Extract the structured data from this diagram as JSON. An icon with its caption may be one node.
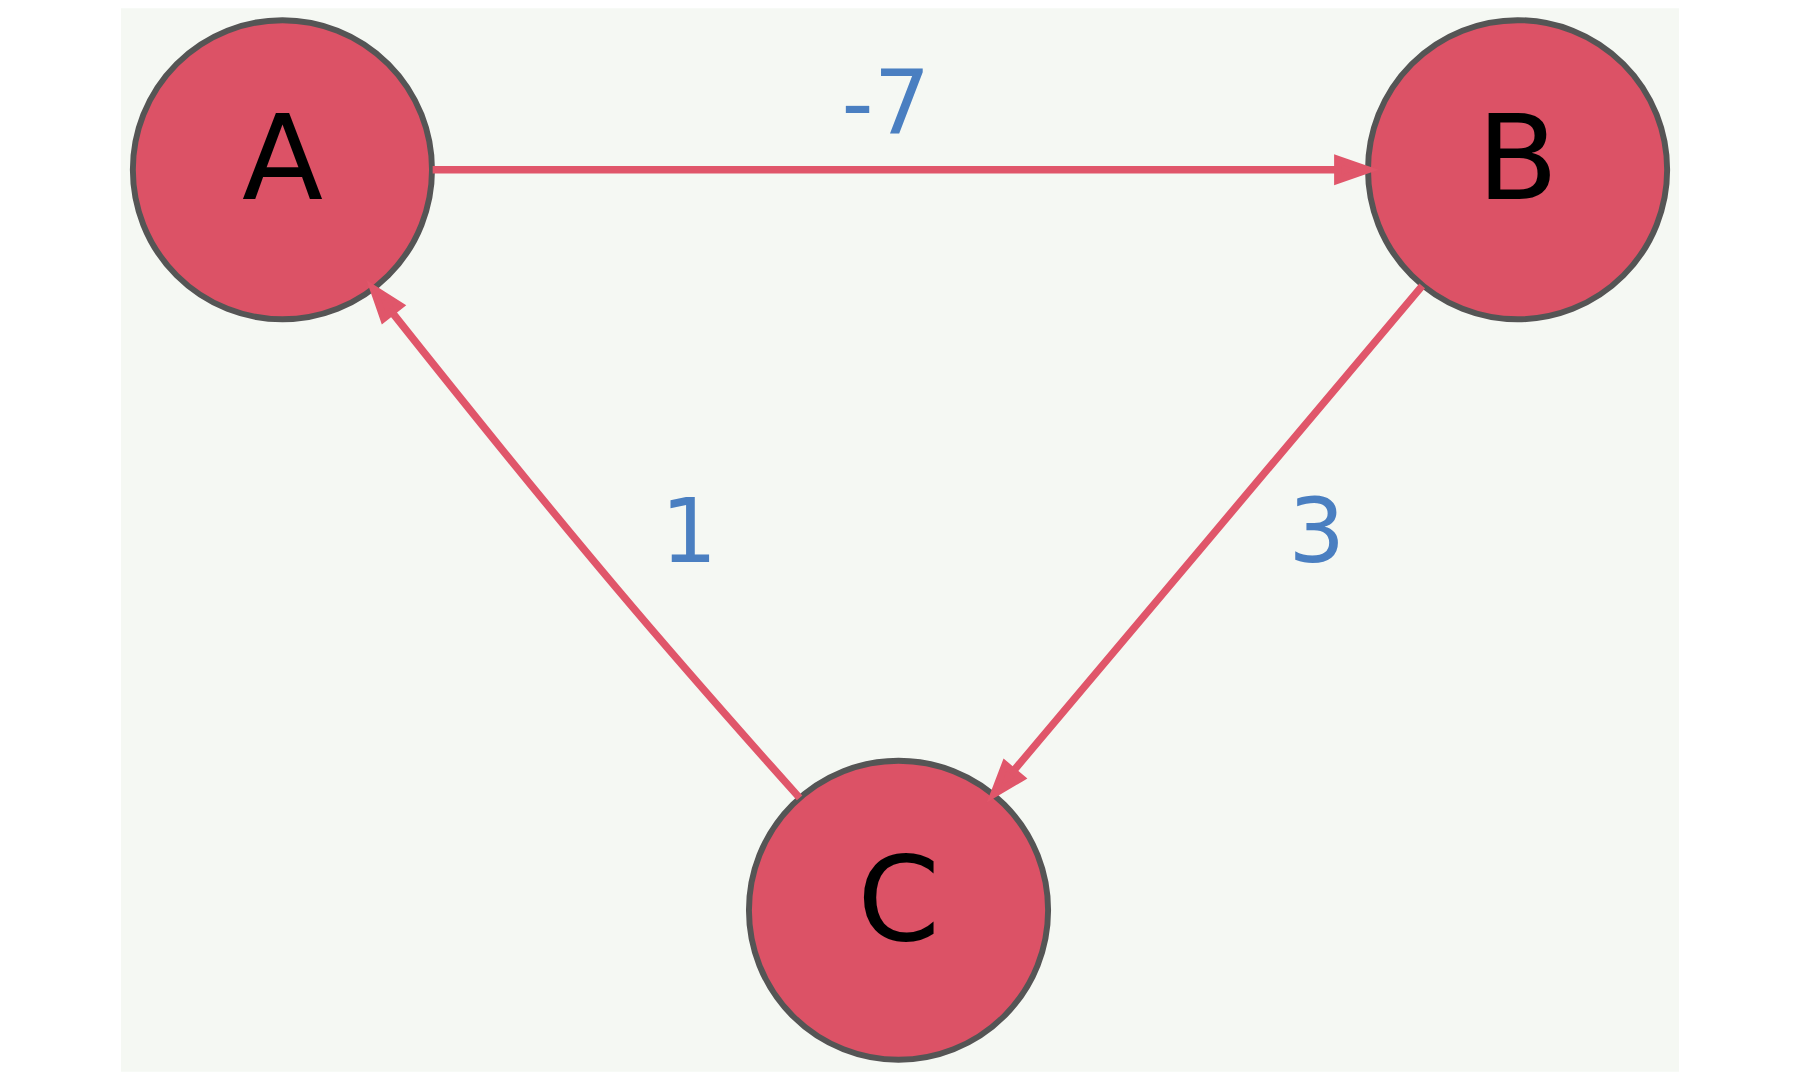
{
  "diagram": {
    "nodes": [
      {
        "text": [
          "A"
        ]
      },
      {
        "text": [
          "B"
        ]
      },
      {
        "text": [
          "C"
        ]
      }
    ],
    "edges": [
      {
        "from": 0,
        "to": 1,
        "arrow": "to",
        "label": "-7"
      },
      {
        "from": 1,
        "to": 2,
        "arrow": "to",
        "label": "3"
      },
      {
        "from": 2,
        "to": 0,
        "arrow": "to",
        "label": "1"
      }
    ]
  }
}
